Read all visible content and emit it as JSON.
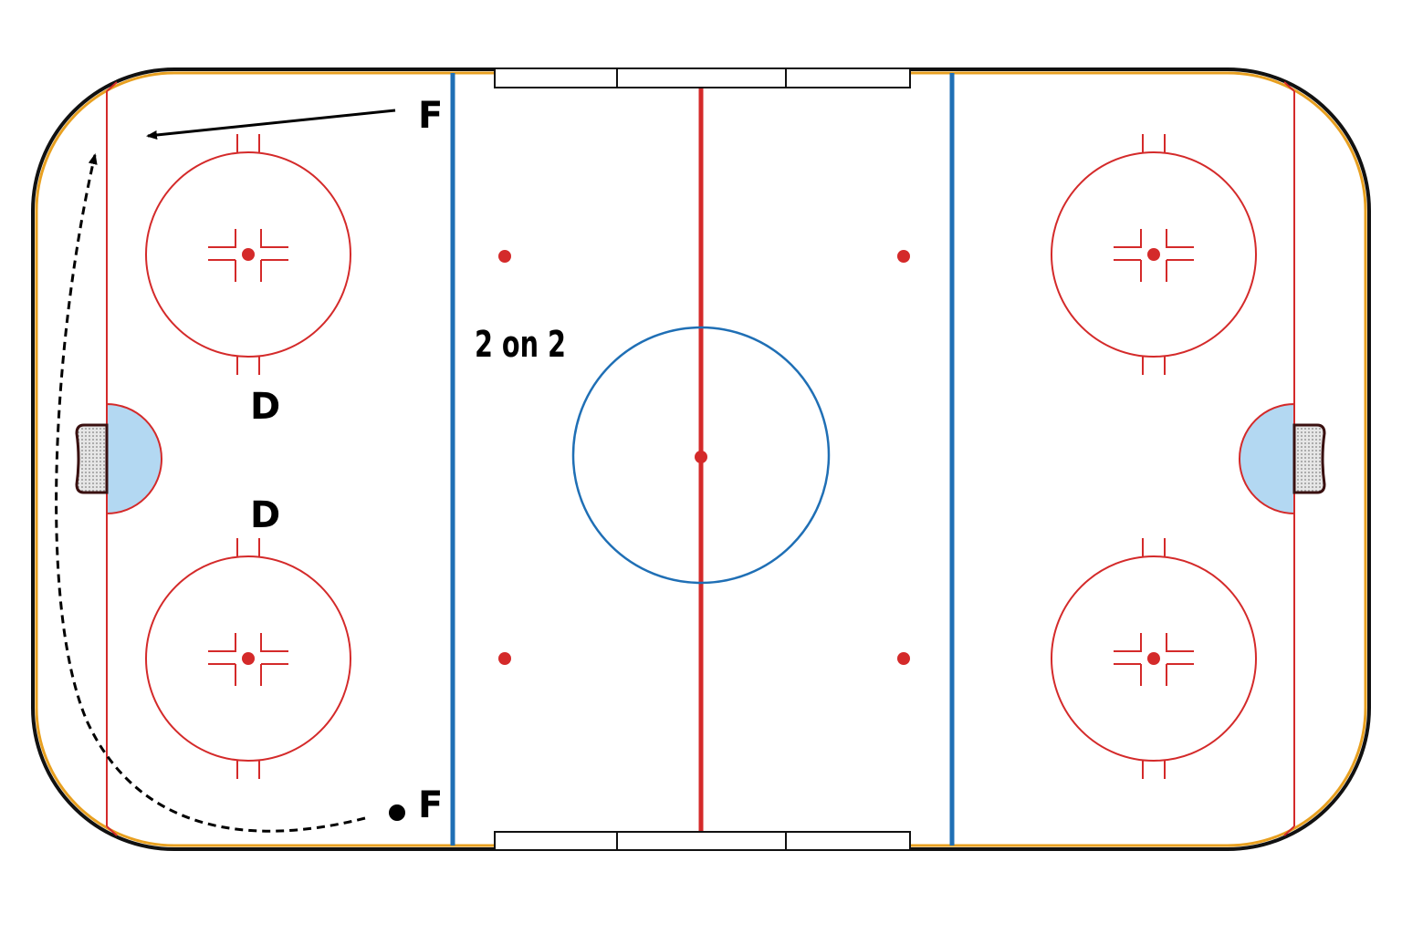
{
  "drill": {
    "title": "2 on 2"
  },
  "players": {
    "forward_top": "F",
    "forward_bottom": "F",
    "defense_top": "D",
    "defense_bottom": "D"
  },
  "colors": {
    "board": "#111111",
    "kickplate": "#e8a020",
    "red_line": "#d42a2a",
    "blue_line": "#1f6fb5",
    "crease": "#b3d8f2",
    "ice": "#ffffff"
  }
}
